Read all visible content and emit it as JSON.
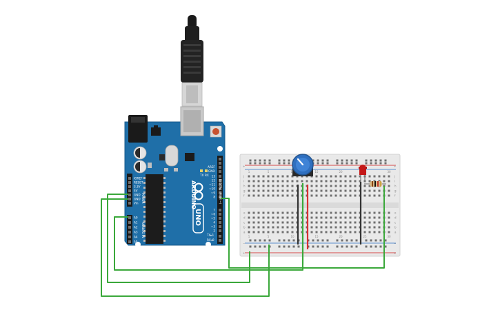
{
  "board": {
    "name": "UNO",
    "brand": "ARDUINO",
    "header_digital": "DIGITAL (PWM ~)",
    "header_analog": "ANALOG IN",
    "header_power": "POWER",
    "aref": "AREF",
    "gnd": "GND",
    "tx_led": "TX",
    "rx_led": "RX",
    "tx_pin": "TX▸1",
    "rx_pin": "RX◂0",
    "on": "ON",
    "digital_pins": [
      "13",
      "12",
      "~11",
      "~10",
      "~9",
      "8",
      "7",
      "~6",
      "~5",
      "4",
      "~3",
      "2"
    ],
    "power_pins": [
      "IOREF",
      "RESET",
      "3.3V",
      "5V",
      "GND",
      "GND",
      "Vin"
    ],
    "analog_pins": [
      "A0",
      "A1",
      "A2",
      "A3",
      "A4",
      "A5"
    ]
  },
  "breadboard": {
    "plus": "+",
    "minus": "−",
    "rows_top": [
      "j",
      "i",
      "h",
      "g",
      "f"
    ],
    "rows_bottom": [
      "e",
      "d",
      "c",
      "b",
      "a"
    ],
    "columns": [
      "1",
      "5",
      "10",
      "15",
      "20",
      "25",
      "30"
    ]
  },
  "colors": {
    "board": "#1f6fa8",
    "breadboard": "#e9e9e9",
    "wire_green": "#3aa83a",
    "wire_red": "#d83030",
    "wire_black": "#333333",
    "rail_red": "#d84a4a",
    "rail_blue": "#5b8fd0",
    "led": "#c41818",
    "pot": "#2f6fbf"
  }
}
